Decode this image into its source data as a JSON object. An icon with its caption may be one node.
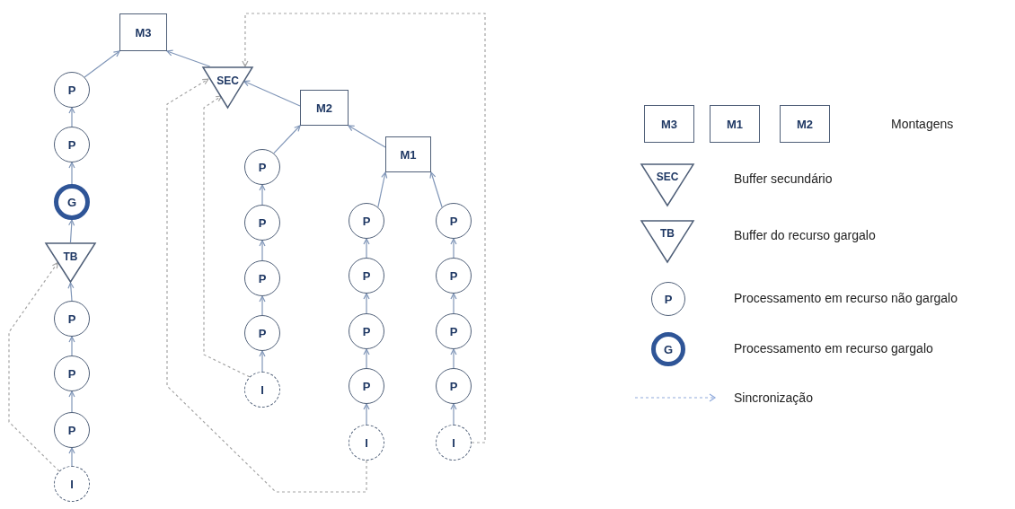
{
  "diagram": {
    "nodes": [
      {
        "text": [
          "M3"
        ]
      },
      {
        "text": [
          "SEC"
        ]
      },
      {
        "text": [
          "M2"
        ]
      },
      {
        "text": [
          "M1"
        ]
      },
      {
        "text": [
          "P"
        ]
      },
      {
        "text": [
          "P"
        ]
      },
      {
        "text": [
          "G"
        ]
      },
      {
        "text": [
          "TB"
        ]
      },
      {
        "text": [
          "P"
        ]
      },
      {
        "text": [
          "P"
        ]
      },
      {
        "text": [
          "P"
        ]
      },
      {
        "text": [
          "I"
        ]
      },
      {
        "text": [
          "P"
        ]
      },
      {
        "text": [
          "P"
        ]
      },
      {
        "text": [
          "P"
        ]
      },
      {
        "text": [
          "P"
        ]
      },
      {
        "text": [
          "I"
        ]
      },
      {
        "text": [
          "P"
        ]
      },
      {
        "text": [
          "P"
        ]
      },
      {
        "text": [
          "P"
        ]
      },
      {
        "text": [
          "P"
        ]
      },
      {
        "text": [
          "I"
        ]
      },
      {
        "text": [
          "P"
        ]
      },
      {
        "text": [
          "P"
        ]
      },
      {
        "text": [
          "P"
        ]
      },
      {
        "text": [
          "P"
        ]
      },
      {
        "text": [
          "I"
        ]
      }
    ],
    "edges": [
      {
        "from": 4,
        "to": 0,
        "arrow": "to"
      },
      {
        "from": 5,
        "to": 4,
        "arrow": "to"
      },
      {
        "from": 6,
        "to": 5,
        "arrow": "to"
      },
      {
        "from": 7,
        "to": 6,
        "arrow": "to"
      },
      {
        "from": 8,
        "to": 7,
        "arrow": "to"
      },
      {
        "from": 9,
        "to": 8,
        "arrow": "to"
      },
      {
        "from": 10,
        "to": 9,
        "arrow": "to"
      },
      {
        "from": 11,
        "to": 10,
        "arrow": "to"
      },
      {
        "from": 1,
        "to": 0,
        "arrow": "to"
      },
      {
        "from": 2,
        "to": 1,
        "arrow": "to"
      },
      {
        "from": 3,
        "to": 2,
        "arrow": "to"
      },
      {
        "from": 12,
        "to": 2,
        "arrow": "to"
      },
      {
        "from": 13,
        "to": 12,
        "arrow": "to"
      },
      {
        "from": 14,
        "to": 13,
        "arrow": "to"
      },
      {
        "from": 15,
        "to": 14,
        "arrow": "to"
      },
      {
        "from": 16,
        "to": 15,
        "arrow": "to"
      },
      {
        "from": 17,
        "to": 3,
        "arrow": "to"
      },
      {
        "from": 18,
        "to": 17,
        "arrow": "to"
      },
      {
        "from": 19,
        "to": 18,
        "arrow": "to"
      },
      {
        "from": 20,
        "to": 19,
        "arrow": "to"
      },
      {
        "from": 21,
        "to": 20,
        "arrow": "to"
      },
      {
        "from": 22,
        "to": 3,
        "arrow": "to"
      },
      {
        "from": 23,
        "to": 22,
        "arrow": "to"
      },
      {
        "from": 24,
        "to": 23,
        "arrow": "to"
      },
      {
        "from": 25,
        "to": 24,
        "arrow": "to"
      },
      {
        "from": 26,
        "to": 25,
        "arrow": "to"
      },
      {
        "from": 11,
        "to": 7,
        "arrow": "to",
        "style": "dashed",
        "color": "#a5a5a5"
      },
      {
        "from": 16,
        "to": 1,
        "arrow": "to",
        "style": "dashed",
        "color": "#a5a5a5"
      },
      {
        "from": 21,
        "to": 1,
        "arrow": "to",
        "style": "dashed",
        "color": "#a5a5a5"
      },
      {
        "from": 26,
        "to": 1,
        "arrow": "to",
        "style": "dashed",
        "color": "#a5a5a5"
      }
    ],
    "labels": [
      "M3",
      "M1",
      "M2",
      "SEC",
      "TB",
      "P",
      "G"
    ],
    "legend": [
      {
        "text": "Montagens"
      },
      {
        "text": "Buffer secundário"
      },
      {
        "text": "Buffer do recurso gargalo"
      },
      {
        "text": "Processamento em recurso não gargalo"
      },
      {
        "text": "Processamento em recurso gargalo"
      },
      {
        "text": "Sincronização"
      }
    ]
  }
}
